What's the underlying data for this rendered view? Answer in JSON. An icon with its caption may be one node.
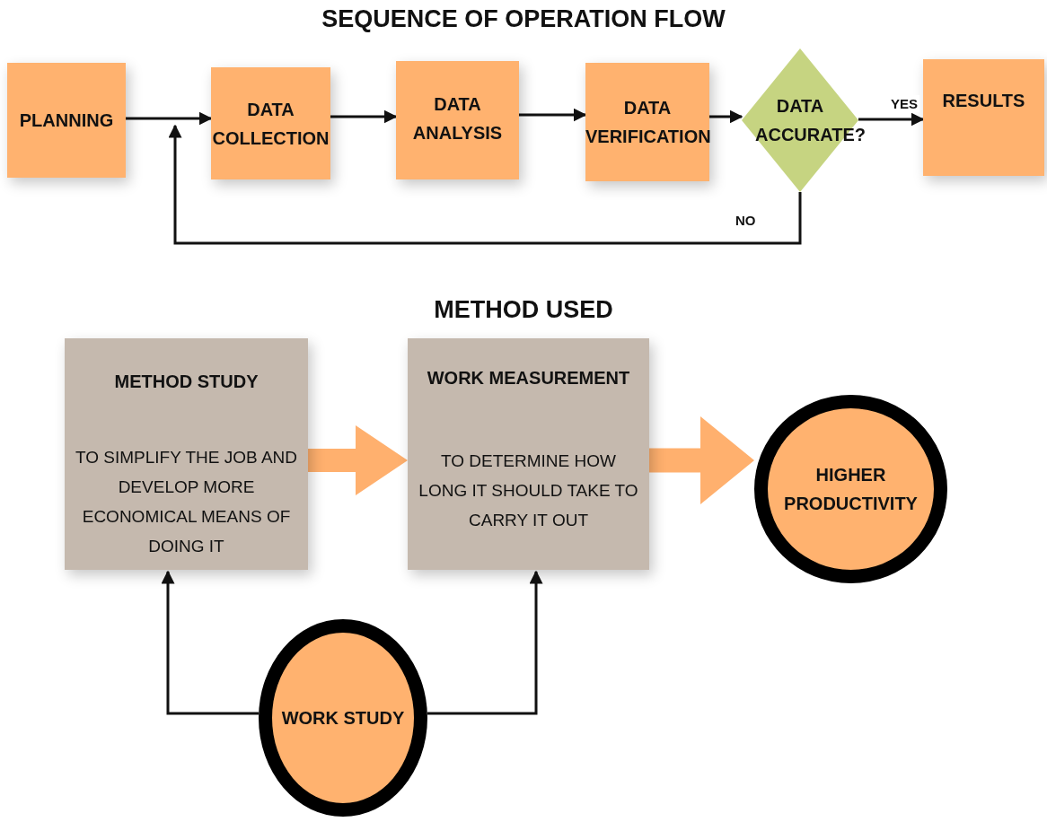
{
  "diagram": {
    "title": "SEQUENCE OF OPERATION FLOW",
    "nodes": [
      {
        "text": [
          "PLANNING"
        ]
      },
      {
        "text": [
          "DATA COLLECTION"
        ]
      },
      {
        "text": [
          "DATA ANALYSIS"
        ]
      },
      {
        "text": [
          "DATA VERIFICATION"
        ]
      },
      {
        "text": [
          "DATA ACCURATE?"
        ]
      },
      {
        "text": [
          "RESULTS"
        ]
      },
      {
        "text": [
          "METHOD STUDY",
          "TO SIMPLIFY THE JOB AND DEVELOP MORE ECONOMICAL MEANS OF DOING IT"
        ]
      },
      {
        "text": [
          "WORK MEASUREMENT",
          "TO DETERMINE HOW LONG IT SHOULD TAKE TO CARRY IT OUT"
        ]
      },
      {
        "text": [
          "HIGHER PRODUCTIVITY"
        ]
      },
      {
        "text": [
          "WORK STUDY"
        ]
      }
    ],
    "edges": [
      {
        "from": 0,
        "to": 1,
        "arrow": "to"
      },
      {
        "from": 1,
        "to": 2,
        "arrow": "to"
      },
      {
        "from": 2,
        "to": 3,
        "arrow": "to"
      },
      {
        "from": 3,
        "to": 4,
        "arrow": "to"
      },
      {
        "from": 4,
        "to": 5,
        "arrow": "to",
        "label": "YES"
      },
      {
        "from": 4,
        "to": 1,
        "arrow": "to",
        "label": "NO"
      },
      {
        "from": 6,
        "to": 7,
        "arrow": "to",
        "style": "thick",
        "color": "#ffb06e"
      },
      {
        "from": 7,
        "to": 8,
        "arrow": "to",
        "style": "thick",
        "color": "#ffb06e"
      },
      {
        "from": 9,
        "to": 6,
        "arrow": "to"
      },
      {
        "from": 9,
        "to": 7,
        "arrow": "to"
      }
    ],
    "labels": [
      "METHOD USED"
    ]
  }
}
